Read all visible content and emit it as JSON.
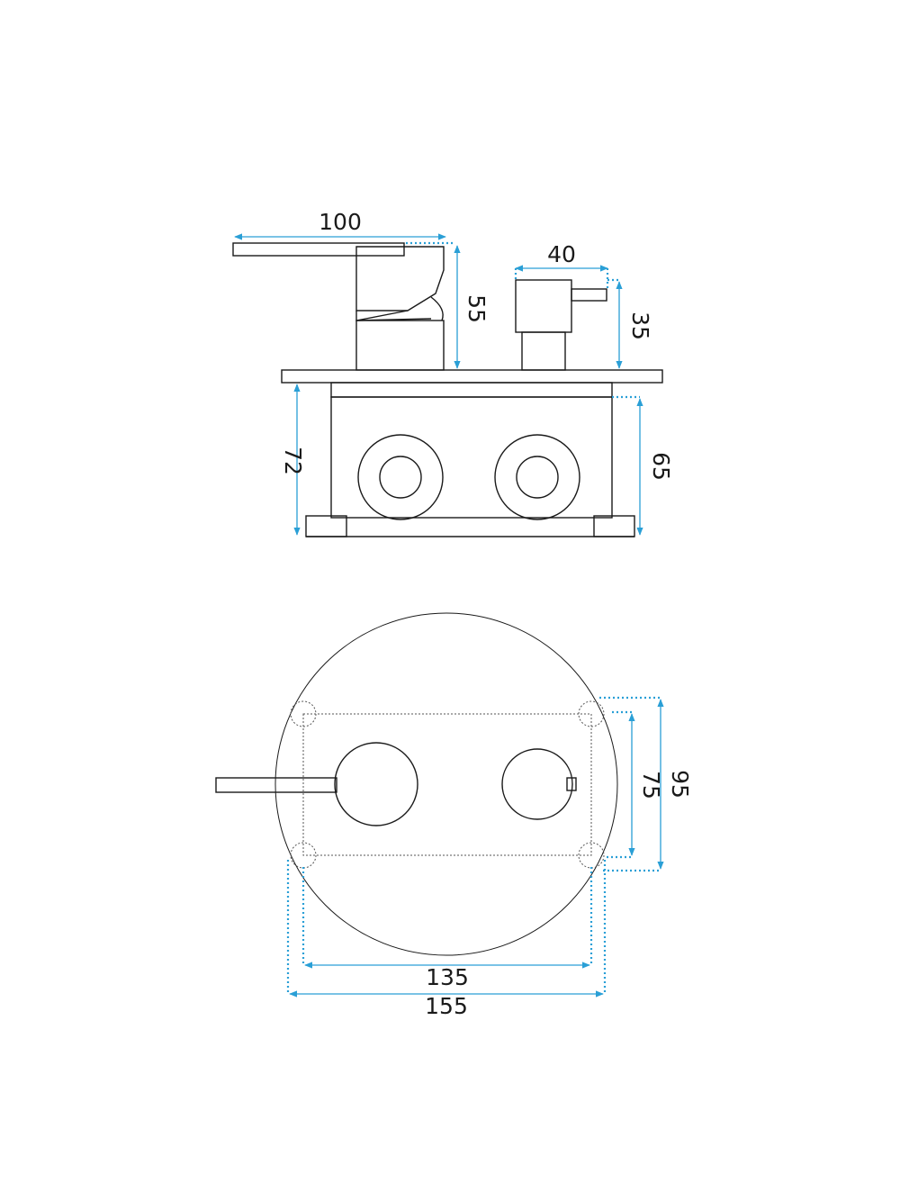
{
  "colors": {
    "outline": "#1a1a1a",
    "dimension": "#2a9fd6",
    "background": "#ffffff"
  },
  "dimensions": {
    "lever_length": "100",
    "left_handle_height": "55",
    "right_knob_width": "40",
    "right_knob_height": "35",
    "box_depth_left": "72",
    "box_depth_right": "65",
    "inner_height": "75",
    "outer_height": "95",
    "inner_width": "135",
    "outer_width": "155"
  }
}
